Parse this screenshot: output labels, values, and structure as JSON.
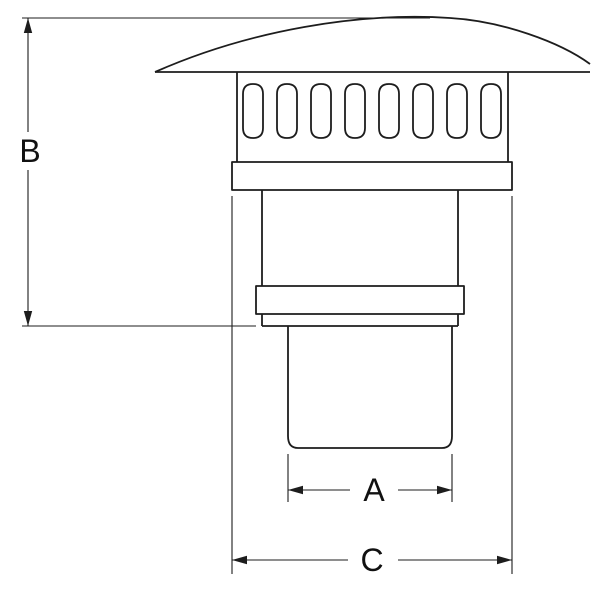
{
  "canvas": {
    "background_color": "#ffffff",
    "line_color": "#1d1d1d",
    "drawing_type": "technical-line-drawing",
    "subject": "chimney-vent-cap"
  },
  "dimensions": {
    "a": {
      "label": "A"
    },
    "b": {
      "label": "B"
    },
    "c": {
      "label": "C"
    }
  }
}
